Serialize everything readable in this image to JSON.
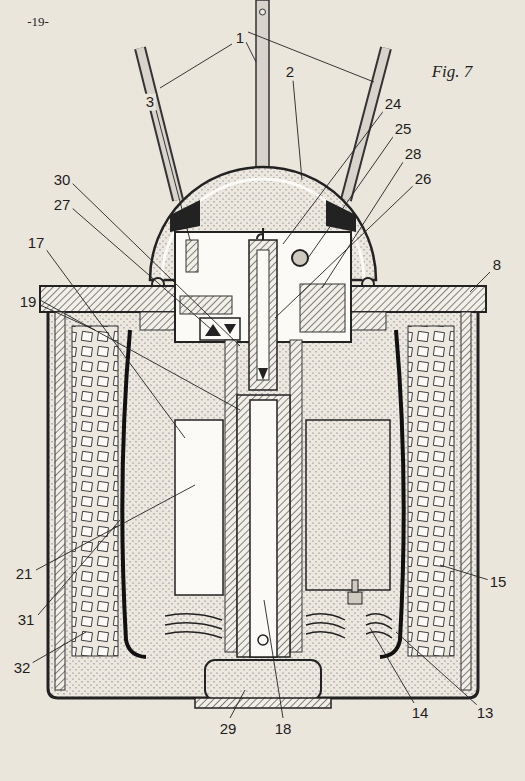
{
  "diagram": {
    "labels": [
      "-19-",
      "Fig. 7",
      "1",
      "2",
      "3",
      "24",
      "25",
      "28",
      "26",
      "8",
      "30",
      "27",
      "17",
      "19",
      "21",
      "31",
      "32",
      "15",
      "14",
      "13",
      "29",
      "18"
    ]
  }
}
